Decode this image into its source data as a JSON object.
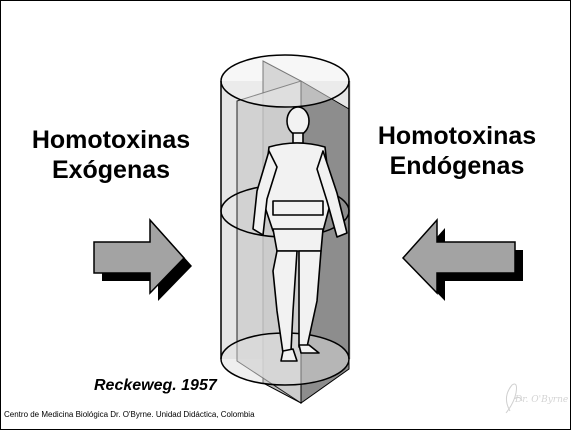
{
  "left_heading": {
    "line1": "Homotoxinas",
    "line2": "Exógenas"
  },
  "right_heading": {
    "line1": "Homotoxinas",
    "line2": "Endógenas"
  },
  "citation": "Reckeweg. 1957",
  "footer": "Centro de Medicina Biológica Dr. O'Byrne. Unidad Didáctica, Colombia",
  "signature": "Dr. O'Byrne",
  "colors": {
    "arrow_fill": "#a3a3a3",
    "arrow_shadow": "#000000",
    "cylinder_fill": "#d8d8d8",
    "plane_fill": "#b8b8b8",
    "outline": "#000000"
  },
  "icons": {
    "left_arrow": "arrow-right-icon",
    "right_arrow": "arrow-left-icon",
    "figure": "human-figure-icon"
  }
}
